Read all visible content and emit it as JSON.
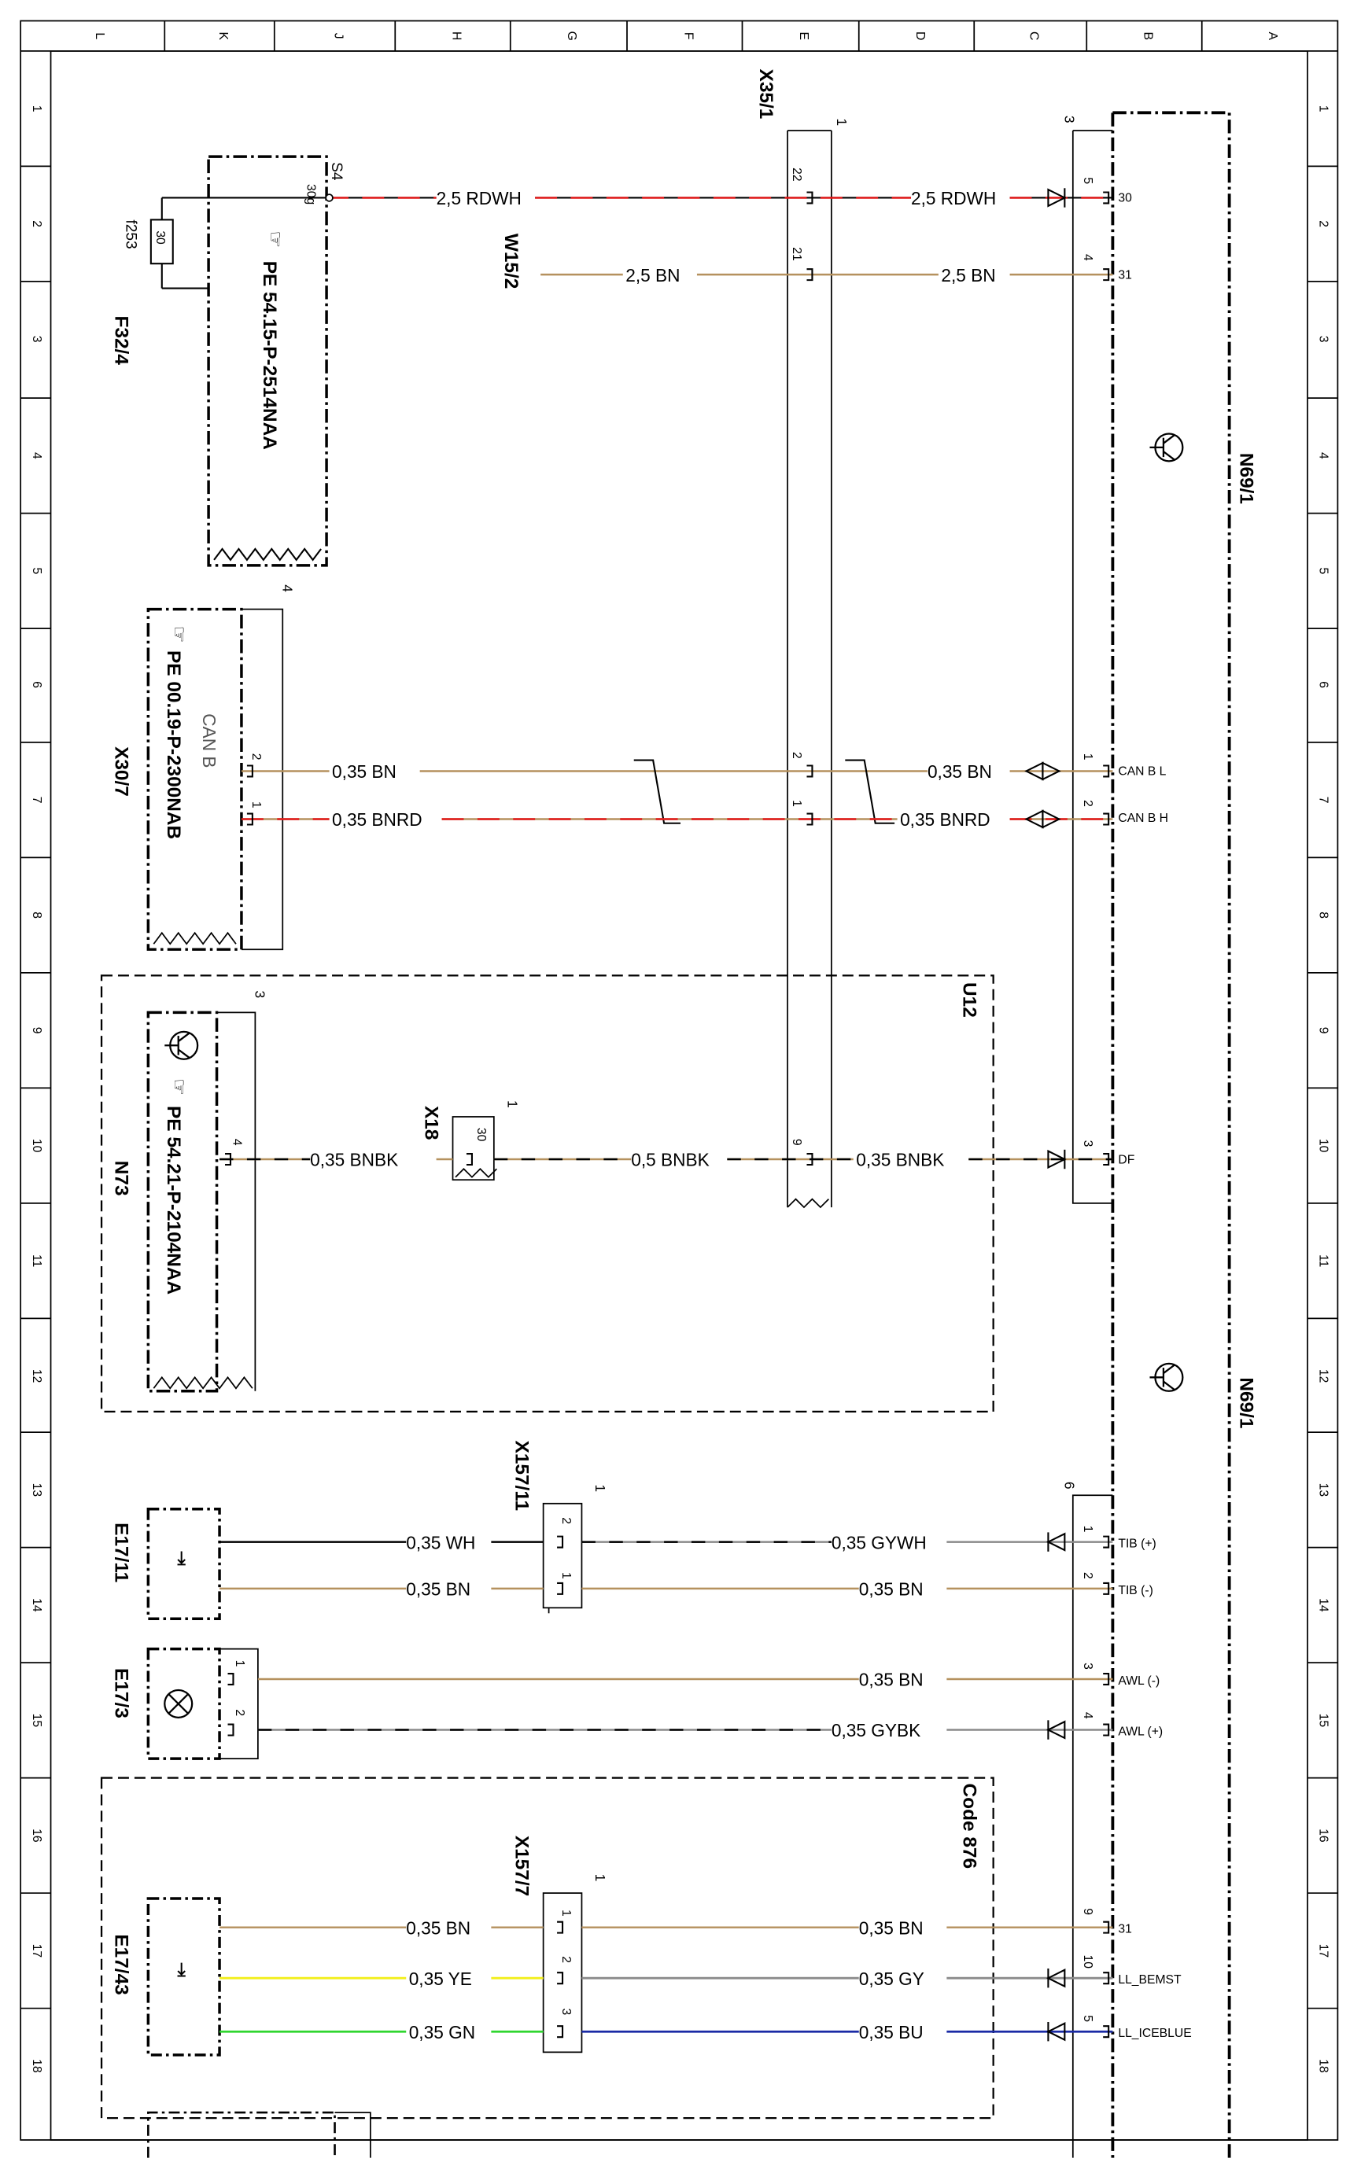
{
  "frame": {
    "col_letters": [
      "L",
      "K",
      "J",
      "H",
      "G",
      "F",
      "E",
      "D",
      "C",
      "B",
      "A"
    ],
    "row_numbers": [
      "1",
      "2",
      "3",
      "4",
      "5",
      "6",
      "7",
      "8",
      "9",
      "10",
      "11",
      "12",
      "13",
      "14",
      "15",
      "16",
      "17",
      "18"
    ]
  },
  "connectors": {
    "x35_1": "X35/1",
    "w15_2": "W15/2",
    "x30_7": "X30/7",
    "x18": "X18",
    "x157_11": "X157/11",
    "x157_7": "X157/7",
    "u12": "U12",
    "code876": "Code 876"
  },
  "components": {
    "f32_4": "F32/4",
    "f253": "f253",
    "fuse_val": "30",
    "s4": "S4",
    "s4_pin": "30g",
    "pe1": "PE 54.15-P-2514NAA",
    "pe2": "PE 00.19-P-2300NAB",
    "can_b": "CAN B",
    "pe3": "PE 54.21-P-2104NAA",
    "n73": "N73",
    "n69_1_top": "N69/1",
    "n69_1_bottom": "N69/1",
    "e17_11": "E17/11",
    "e17_3": "E17/3",
    "e17_43": "E17/43",
    "x18_val": "30"
  },
  "wires": {
    "w1a": "2,5 RDWH",
    "w1b": "2,5 RDWH",
    "w2a": "2,5 BN",
    "w2b": "2,5 BN",
    "w3a": "0,35 BN",
    "w3b": "0,35 BN",
    "w4a": "0,35 BNRD",
    "w4b": "0,35 BNRD",
    "w5a": "0,35 BNBK",
    "w5b": "0,5 BNBK",
    "w5c": "0,35 BNBK",
    "w6a": "0,35 WH",
    "w6b": "0,35 GYWH",
    "w7a": "0,35 BN",
    "w7b": "0,35 BN",
    "w8": "0,35 BN",
    "w9": "0,35 GYBK",
    "w10a": "0,35 BN",
    "w10b": "0,35 BN",
    "w11a": "0,35 YE",
    "w11b": "0,35 GY",
    "w12a": "0,35 GN",
    "w12b": "0,35 BU"
  },
  "pins": {
    "n69_30": "30",
    "n69_31": "31",
    "n69_canbl": "CAN B L",
    "n69_canbh": "CAN B H",
    "n69_df": "DF",
    "n69_tibp": "TIB (+)",
    "n69_tibm": "TIB (-)",
    "n69_awlm": "AWL (-)",
    "n69_awlp": "AWL (+)",
    "n69_31b": "31",
    "n69_llb": "LL_BEMST",
    "n69_llice": "LL_ICEBLUE",
    "p5": "5",
    "p4": "4",
    "p1": "1",
    "p2": "2",
    "p3": "3",
    "p9": "9",
    "p10": "10",
    "x35_22": "22",
    "x35_21": "21",
    "x35_2": "2",
    "x35_1": "1",
    "x35_9": "9",
    "x35_num": "1",
    "n69_num_top": "3",
    "n69_num_bottom": "6",
    "x30_num": "4",
    "x30_2": "2",
    "x30_1": "1",
    "n73_num": "3",
    "n73_4": "4",
    "x18_num": "1",
    "x157_11_num": "1",
    "x157_11_2": "2",
    "x157_11_1": "1",
    "x157_7_num": "1",
    "x157_7_1": "1",
    "x157_7_2": "2",
    "x157_7_3": "3",
    "e17_3_1": "1",
    "e17_3_2": "2"
  },
  "colors": {
    "line": "#000000",
    "rd": "#e21818",
    "bn": "#b5915e",
    "gy": "#8a8a8a",
    "ye": "#f2ef1a",
    "gn": "#2fd62f",
    "bu": "#1a2aa5"
  }
}
